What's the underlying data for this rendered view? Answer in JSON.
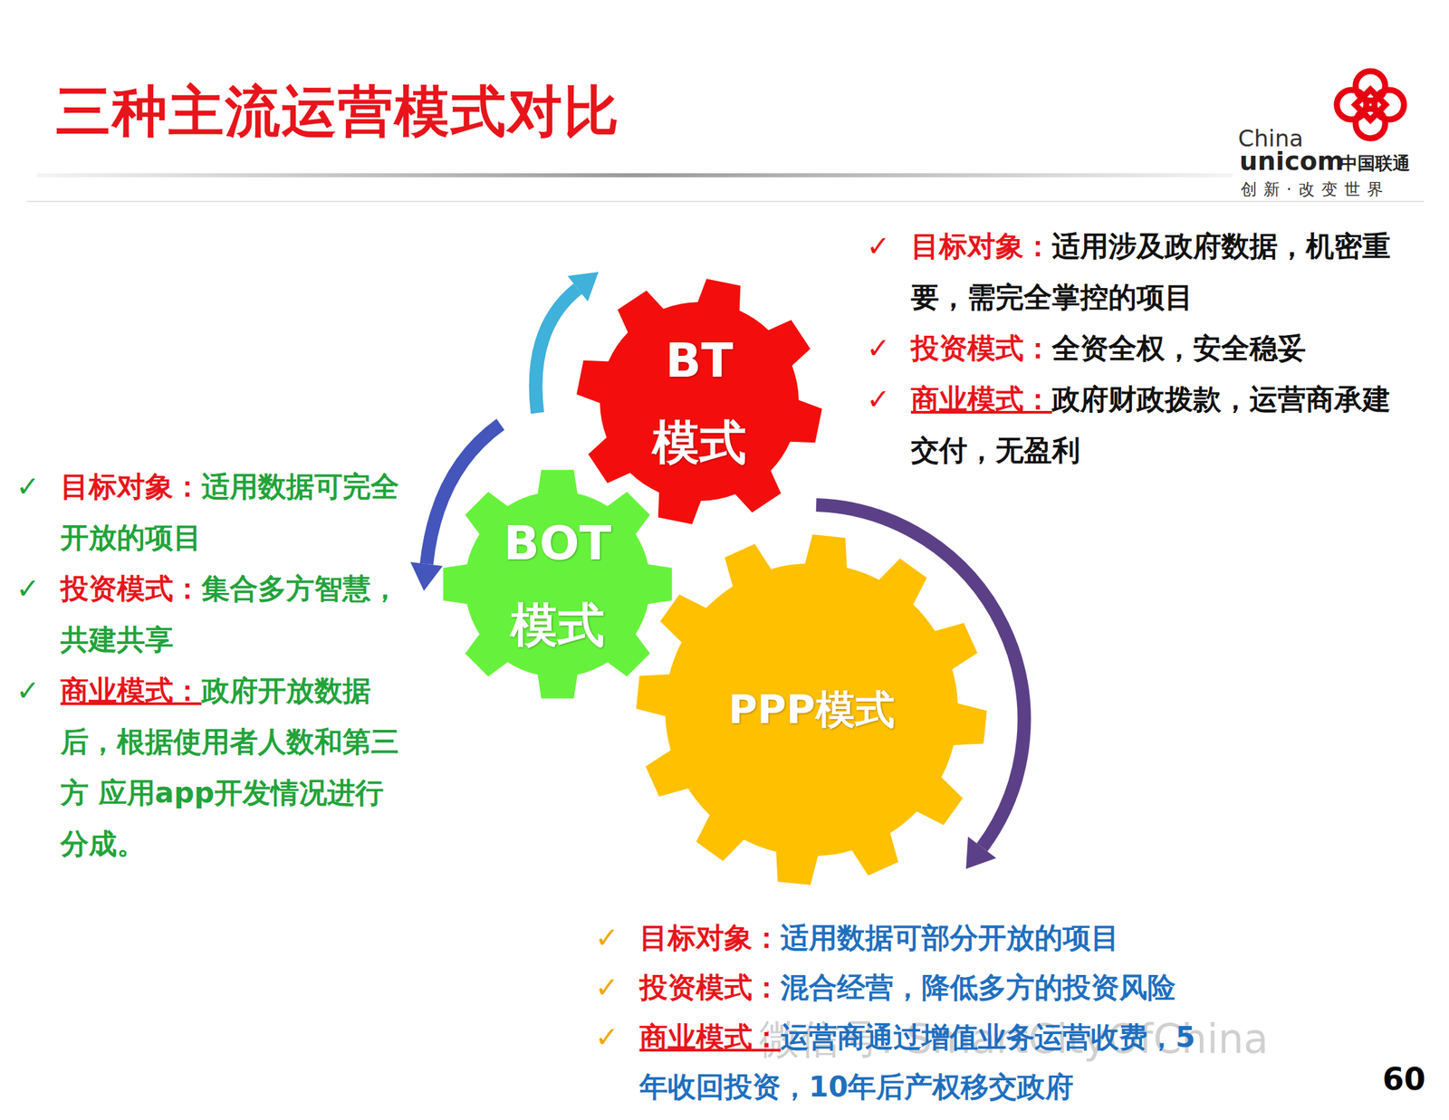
{
  "diagram": {
    "title": "三种主流运营模式对比",
    "nodes": [
      {
        "text": [
          "BT 模式"
        ]
      },
      {
        "text": [
          "BOT 模式"
        ]
      },
      {
        "text": [
          "PPP模式"
        ]
      }
    ],
    "labels": [
      "China",
      "unicom",
      "中国联通",
      "创新·改变世界",
      "✓",
      "目标对象：",
      "适用涉及政府数据，机密重要，需完全掌控的项目",
      "✓",
      "投资模式：",
      "全资全权，安全稳妥",
      "✓",
      "商业模式：",
      "政府财政拨款，运营商承建交付，无盈利",
      "✓",
      "目标对象：",
      "适用数据可完全开放的项目",
      "✓",
      "投资模式：",
      "集合多方智慧，共建共享",
      "✓",
      "商业模式：",
      "政府开放数据后，根据使用者人数和第三方 应用app开发情况进行分成。",
      "✓",
      "目标对象：",
      "适用数据可部分开放的项目",
      "✓",
      "投资模式：",
      "混合经营，降低多方的投资风险",
      "✓",
      "商业模式：",
      "运营商通过增值业务运营收费，5年收回投资，10年后产权移交政府",
      "微信号: SmartCityOfChina",
      "60"
    ]
  }
}
